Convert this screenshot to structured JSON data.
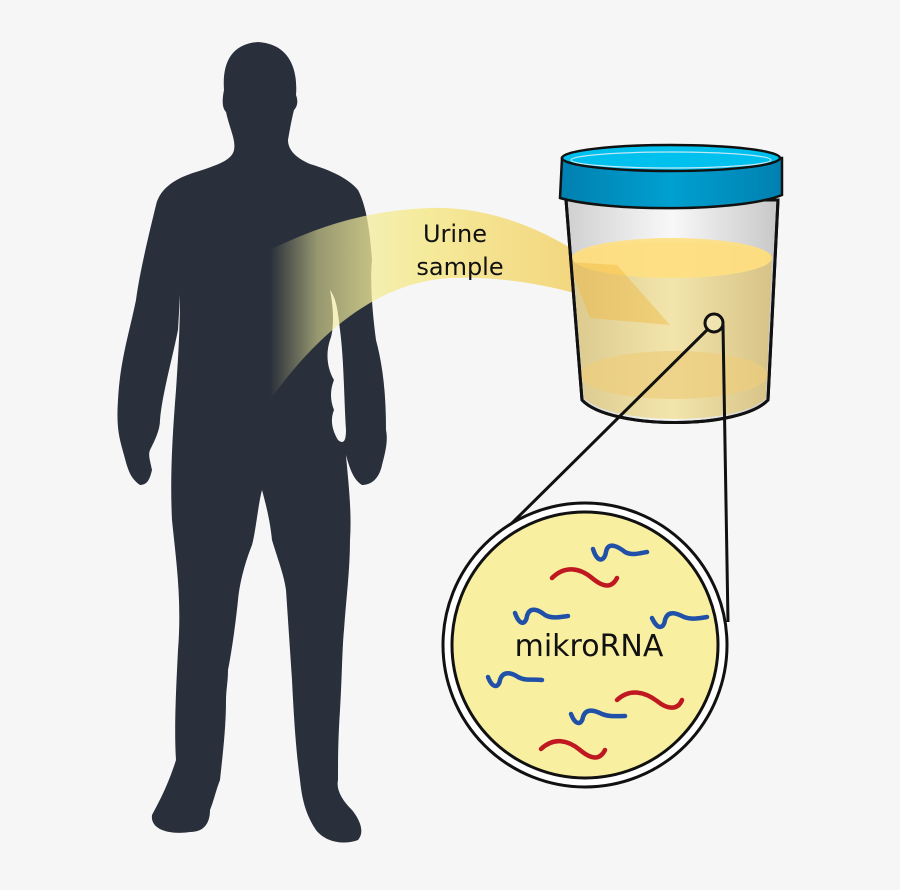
{
  "diagram": {
    "arrow_label_line1": "Urine",
    "arrow_label_line2": "sample",
    "magnified_label": "mikroRNA",
    "elements": {
      "person": "human-silhouette",
      "container": "urine-sample-cup",
      "magnifier": "magnified-view-circle"
    },
    "colors": {
      "background": "#f6f6f6",
      "silhouette": "#29303b",
      "lid_top": "#00b8e6",
      "lid_side": "#0090c0",
      "urine": "#f0d88a",
      "urine_surface": "#ffdf80",
      "arrow": "#f5e08a",
      "magnifier_fill": "#f8f0a0",
      "mirna_blue": "#2050a8",
      "mirna_red": "#c01820"
    }
  }
}
